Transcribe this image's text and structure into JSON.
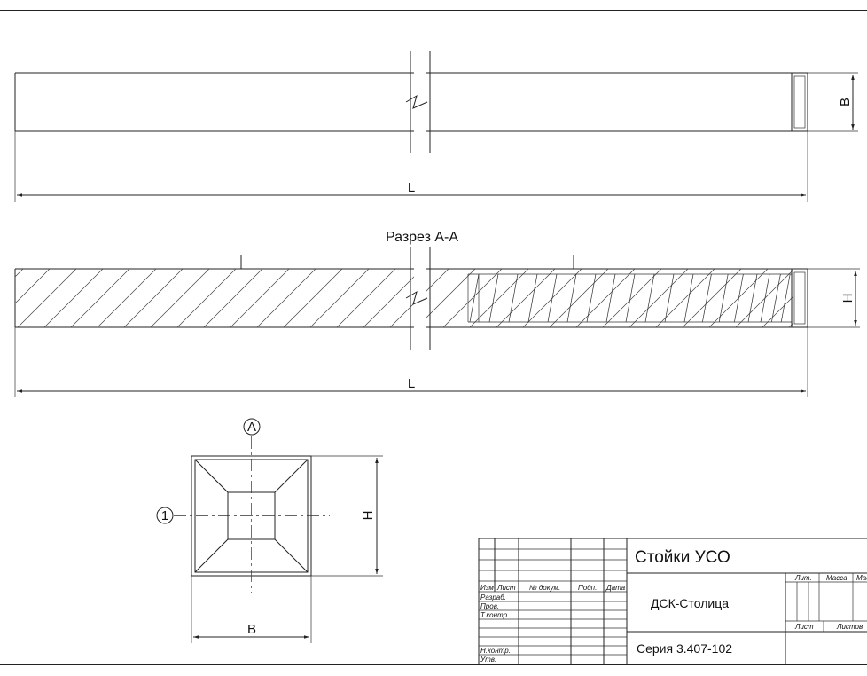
{
  "dimensions": {
    "top_width": "B",
    "top_length": "L",
    "section_height": "H",
    "section_length": "L",
    "cross_height": "H",
    "cross_width": "B"
  },
  "section_title": "Разрез А-А",
  "markers": {
    "section_marker": "А",
    "position_marker": "1"
  },
  "title_block": {
    "product_name": "Стойки УСО",
    "organization": "ДСК-Столица",
    "series": "Серия 3.407-102",
    "columns": {
      "change": "Изм",
      "sheet": "Лист",
      "doc_no": "№ докум.",
      "signature": "Подп.",
      "date": "Дата"
    },
    "roles": {
      "developed": "Разраб.",
      "checked": "Пров.",
      "tech_control": "Т.контр.",
      "norm_control": "Н.контр.",
      "approved": "Утв."
    },
    "right_headers": {
      "lit": "Лит.",
      "mass": "Масса",
      "scale": "Масштаб",
      "sheet": "Лист",
      "sheets": "Листов"
    }
  }
}
